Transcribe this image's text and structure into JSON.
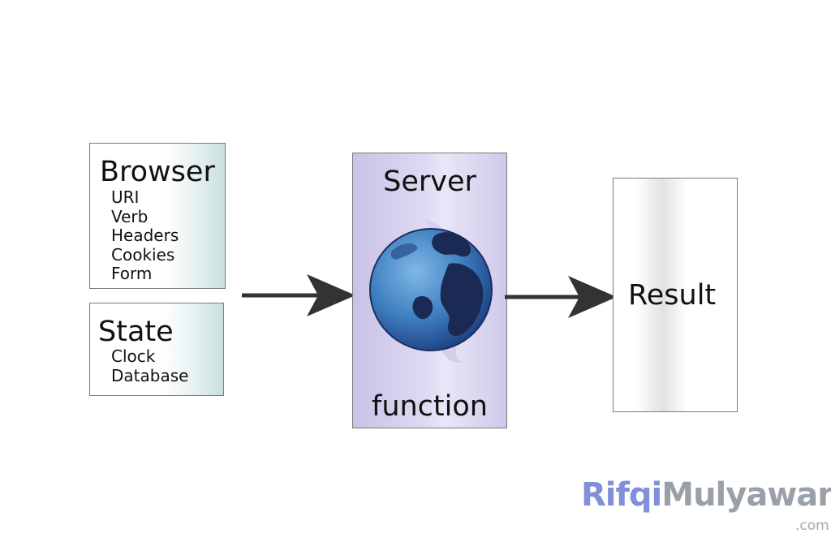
{
  "browser": {
    "title": "Browser",
    "items": [
      "URI",
      "Verb",
      "Headers",
      "Cookies",
      "Form"
    ]
  },
  "state": {
    "title": "State",
    "items": [
      "Clock",
      "Database"
    ]
  },
  "server": {
    "title": "Server",
    "caption": "function",
    "icon": "globe-icon"
  },
  "result": {
    "label": "Result"
  },
  "watermark": {
    "first": "Rifqi",
    "second": "Mulyawan",
    "suffix": ".com"
  },
  "colors": {
    "server_fill": "#d9d3ef",
    "globe": "#4a8fc9",
    "arrow": "#333333"
  }
}
